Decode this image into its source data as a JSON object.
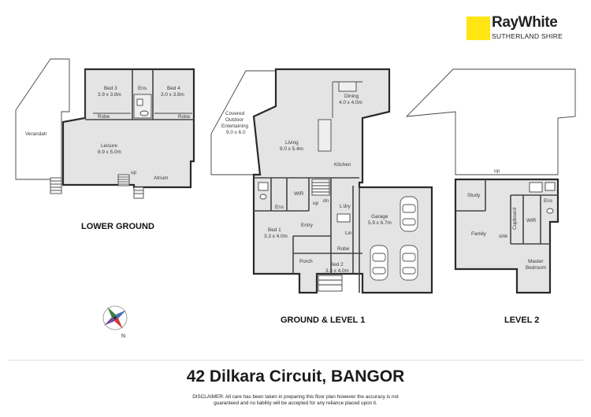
{
  "brand": {
    "name": "RayWhite",
    "office": "SUTHERLAND SHIRE",
    "accent_color": "#ffe512"
  },
  "levels": {
    "lower_ground": {
      "title": "LOWER GROUND",
      "rooms": {
        "verandah": "Verandah",
        "bed3_name": "Bed 3",
        "bed3_size": "3.9 x 3.8m",
        "ens": "Ens",
        "bed4_name": "Bed 4",
        "bed4_size": "3.0 x 3.8m",
        "robe_left": "Robe",
        "robe_right": "Robe",
        "leisure_name": "Leisure",
        "leisure_size": "8.9 x 5.0m",
        "up": "up",
        "atrium": "Atrium"
      }
    },
    "ground": {
      "title": "GROUND & LEVEL 1",
      "rooms": {
        "covered_1": "Covered",
        "covered_2": "Outdoor",
        "covered_3": "Entertaining",
        "covered_size": "9.0 x 6.0",
        "dining_name": "Dining",
        "dining_size": "4.0 x 4.0m",
        "living_name": "Living",
        "living_size": "9.0 x 5.4m",
        "kitchen": "Kitchen",
        "wir": "WIR",
        "ens": "Ens",
        "up": "up",
        "dn": "dn",
        "ldry": "L'dry",
        "entry": "Entry",
        "lin": "Lin",
        "bed1_name": "Bed 1",
        "bed1_size": "3.3 x 4.0m",
        "robe": "Robe",
        "porch": "Porch",
        "bed2_name": "Bed 2",
        "bed2_size": "3.3 x 4.0m",
        "garage_name": "Garage",
        "garage_size": "5.9 x 6.7m"
      }
    },
    "level2": {
      "title": "LEVEL 2",
      "rooms": {
        "up": "up",
        "study": "Study",
        "family": "Family",
        "cupboard": "Cupboard",
        "sink": "sink",
        "wir": "WIR",
        "ens": "Ens",
        "master_1": "Master",
        "master_2": "Bedroom"
      }
    }
  },
  "compass": {
    "north": "N"
  },
  "address": "42 Dilkara Circuit, BANGOR",
  "disclaimer": {
    "line1": "DISCLAIMER:",
    "line2": "All care has been taken in preparing this floor plan however the accuracy is not",
    "line3": "guaranteed and no liability will be accepted for any reliance placed upon it."
  }
}
